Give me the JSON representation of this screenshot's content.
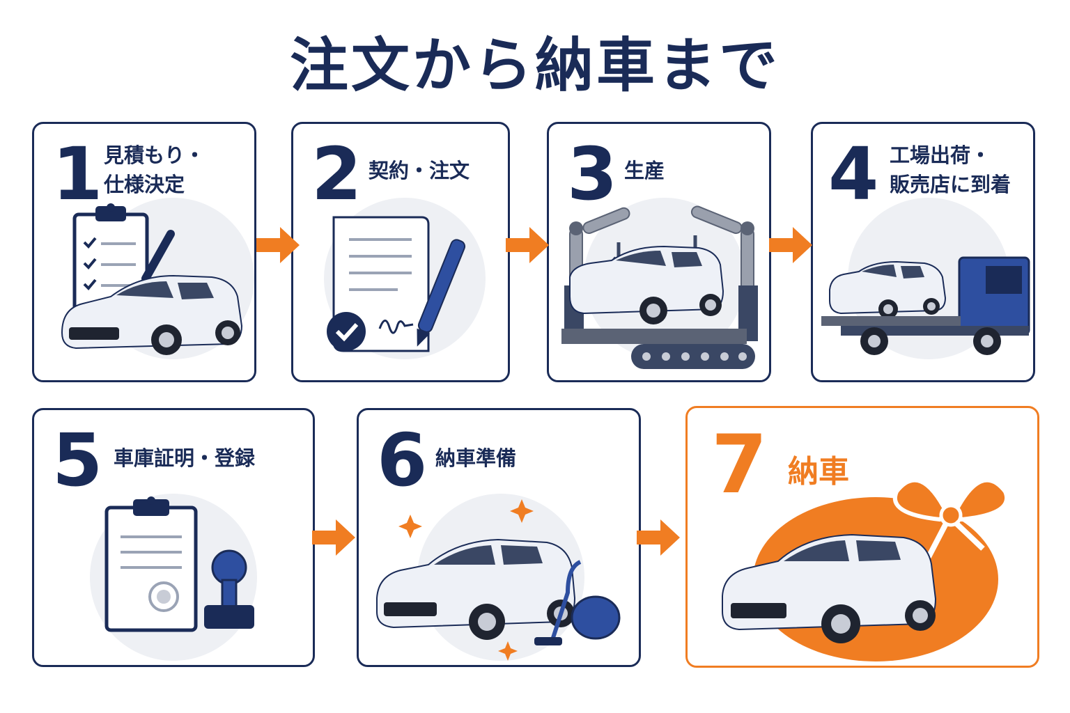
{
  "title": "注文から納車まで",
  "colors": {
    "navy": "#1a2b57",
    "accent": "#f07d22",
    "car_body": "#eef1f7",
    "bg_circle": "#eef0f4"
  },
  "steps": [
    {
      "number": "1",
      "label": "見積もり・\n仕様決定",
      "icon": "clipboard-car-icon"
    },
    {
      "number": "2",
      "label": "契約・注文",
      "icon": "contract-pen-icon"
    },
    {
      "number": "3",
      "label": "生産",
      "icon": "factory-robot-icon"
    },
    {
      "number": "4",
      "label": "工場出荷・\n販売店に到着",
      "icon": "tow-truck-icon"
    },
    {
      "number": "5",
      "label": "車庫証明・登録",
      "icon": "document-stamp-icon"
    },
    {
      "number": "6",
      "label": "納車準備",
      "icon": "car-cleaning-icon"
    },
    {
      "number": "7",
      "label": "納車",
      "icon": "gift-car-icon"
    }
  ]
}
